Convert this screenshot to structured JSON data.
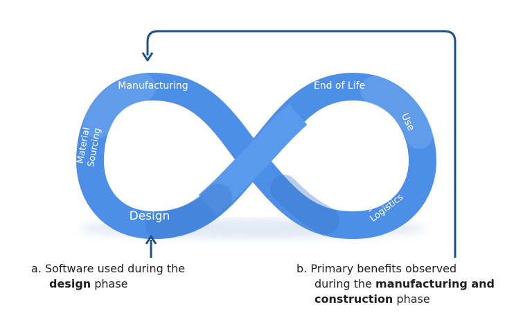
{
  "diagram": {
    "stages": {
      "manufacturing": "Manufacturing",
      "material_sourcing_line1": "Material",
      "material_sourcing_line2": "Sourcing",
      "design": "Design",
      "end_of_life": "End of Life",
      "use": "Use",
      "sales_logistics_line1": "Sales &",
      "sales_logistics_line2": "Logistics"
    },
    "colors": {
      "band": "#4d8fe6",
      "band_light": "#79aef0",
      "band_dark": "#3a73c9",
      "arrow": "#1e4f86",
      "label": "#ffffff"
    }
  },
  "captions": {
    "a": {
      "prefix": "a. Software used during the",
      "bold": "design",
      "suffix": " phase"
    },
    "b": {
      "prefix": "b. Primary benefits observed",
      "line2_start": "during the ",
      "bold_1": "manufacturing and",
      "bold_2": "construction",
      "suffix": " phase"
    }
  }
}
